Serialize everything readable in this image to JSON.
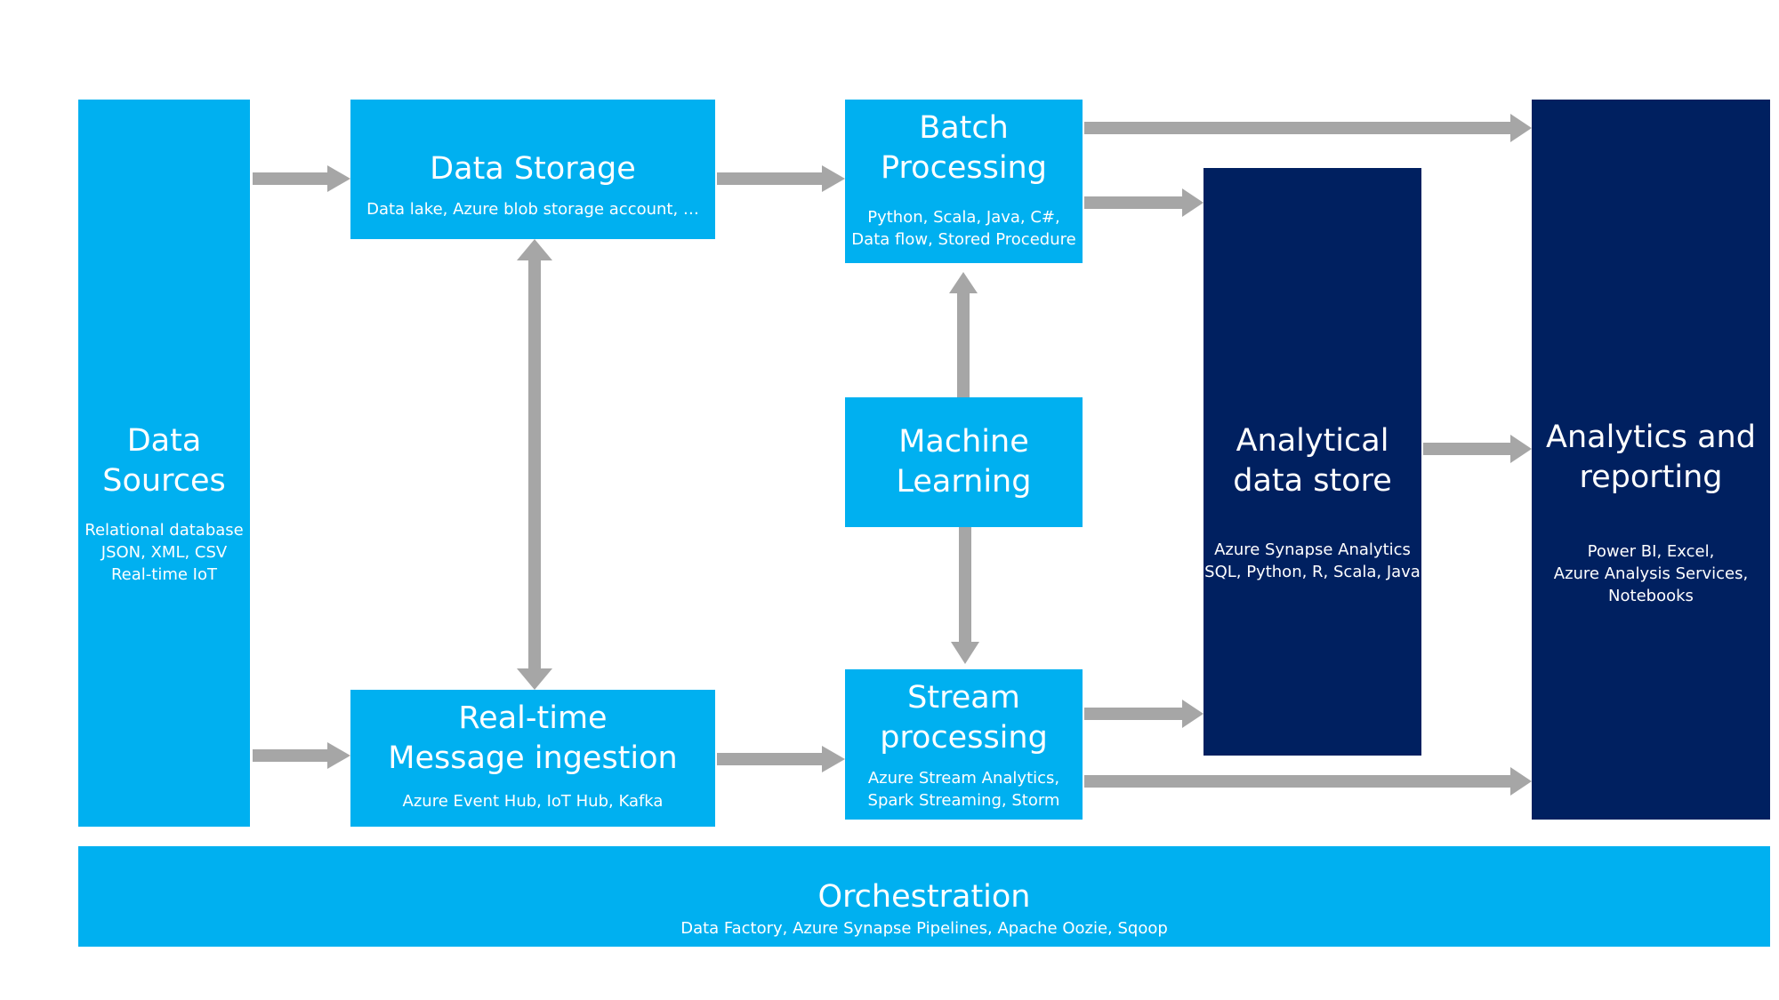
{
  "colors": {
    "light_box": "#00b0f0",
    "dark_box": "#002060",
    "arrow": "#a6a6a6",
    "text": "#ffffff"
  },
  "nodes": {
    "data_sources": {
      "title": "Data\nSources",
      "detail": "Relational database\nJSON, XML, CSV\nReal-time IoT"
    },
    "data_storage": {
      "title": "Data Storage",
      "detail": "Data lake, Azure blob storage account, …"
    },
    "realtime_ingestion": {
      "title": "Real-time\nMessage ingestion",
      "detail": "Azure Event Hub, IoT Hub, Kafka"
    },
    "batch_processing": {
      "title": "Batch\nProcessing",
      "detail": "Python, Scala, Java, C#,\nData flow, Stored Procedure"
    },
    "machine_learning": {
      "title": "Machine\nLearning"
    },
    "stream_processing": {
      "title": "Stream\nprocessing",
      "detail": "Azure Stream Analytics,\nSpark Streaming, Storm"
    },
    "analytical_store": {
      "title": "Analytical\ndata store",
      "detail": "Azure Synapse Analytics\nSQL, Python, R, Scala, Java"
    },
    "analytics_reporting": {
      "title": "Analytics and\nreporting",
      "detail": "Power BI, Excel,\nAzure Analysis Services,\nNotebooks"
    },
    "orchestration": {
      "title": "Orchestration",
      "detail": "Data Factory, Azure Synapse Pipelines, Apache Oozie, Sqoop"
    }
  }
}
